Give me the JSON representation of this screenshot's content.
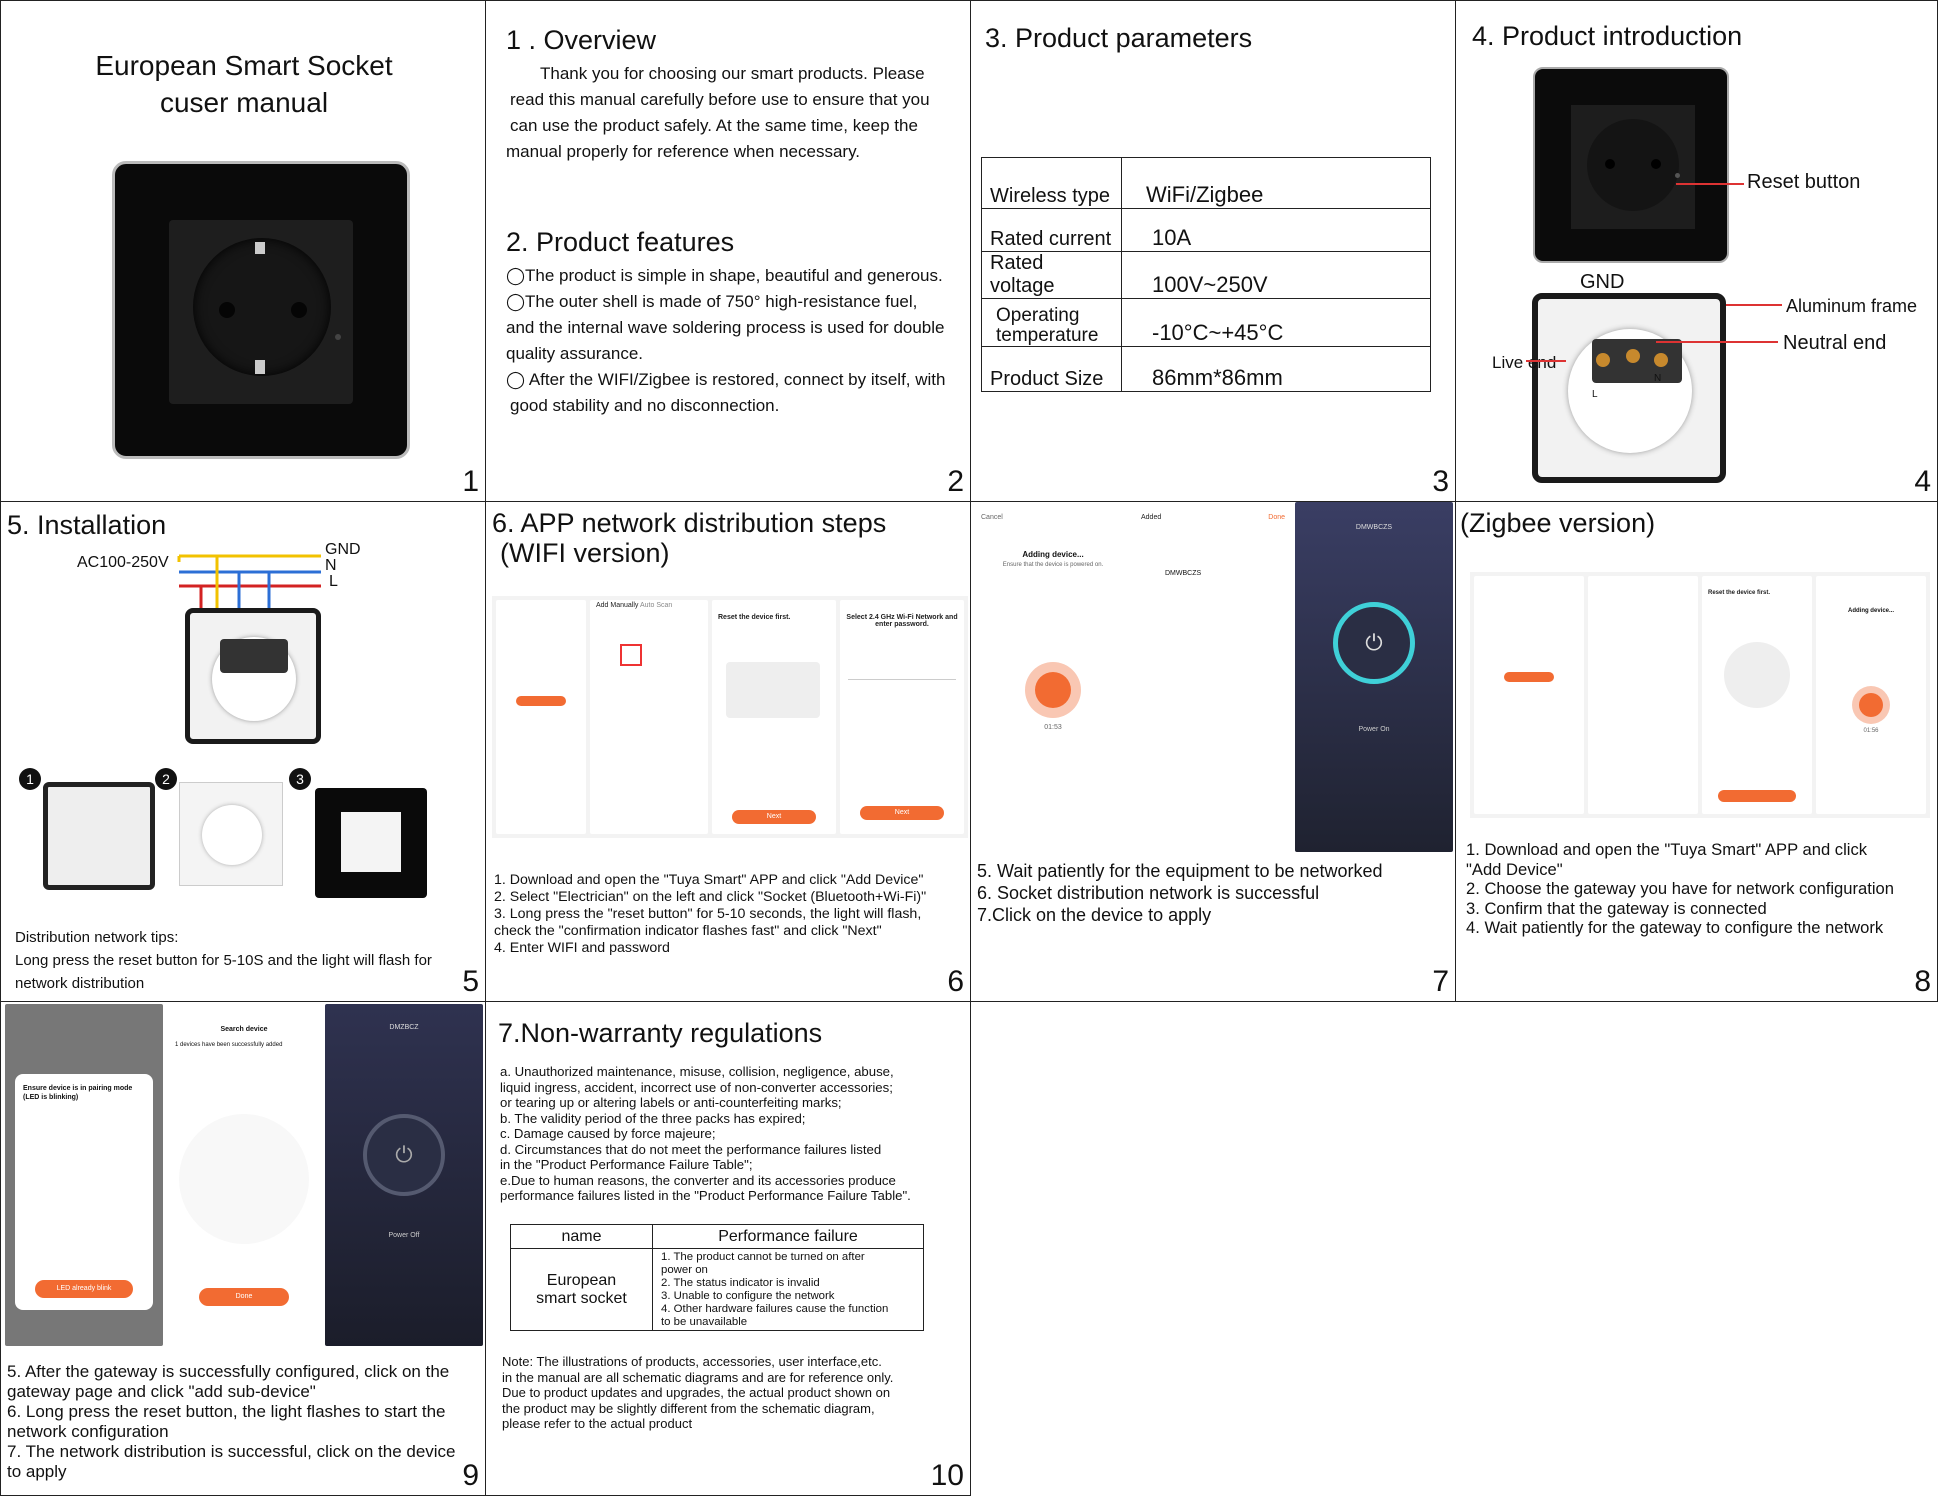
{
  "p1": {
    "title_line1": "European Smart Socket",
    "title_line2": "cuser manual",
    "num": "1"
  },
  "p2": {
    "overview_title": "1 . Overview",
    "overview_lines": [
      "Thank you for choosing our smart products. Please",
      "read this manual carefully before use to ensure that you",
      "can use the product safely.  At the same time, keep the",
      "manual properly for reference when necessary."
    ],
    "features_title": "2. Product features",
    "feature_lines": [
      "The product is simple in shape, beautiful and generous.",
      "The outer shell is made of 750° high-resistance fuel,",
      "and the internal wave soldering process is used for double",
      "quality assurance.",
      " After the WIFI/Zigbee is  restored, connect by itself, with",
      "good stability and no disconnection."
    ],
    "num": "2"
  },
  "p3": {
    "title": "3. Product parameters",
    "rows": [
      {
        "k": "Wireless type",
        "v": "WiFi/Zigbee"
      },
      {
        "k": "Rated current",
        "v": "10A"
      },
      {
        "k": "Rated voltage",
        "v": "100V~250V"
      },
      {
        "k": "Operating temperature",
        "v": "-10°C~+45°C"
      },
      {
        "k": "Product Size",
        "v": "86mm*86mm"
      }
    ],
    "num": "3"
  },
  "p4": {
    "title": "4. Product introduction",
    "reset": "Reset button",
    "gnd": "GND",
    "alu": "Aluminum frame",
    "neutral": "Neutral end",
    "live": "Live end",
    "l": "L",
    "n": "N",
    "num": "4"
  },
  "p5": {
    "title": "5. Installation",
    "ac": "AC100-250V",
    "gnd": "GND",
    "n": "N",
    "l": "L",
    "tips_title": "Distribution network tips:",
    "tips_lines": [
      "Long press the reset button for 5-10S and the light will flash for",
      "network distribution"
    ],
    "steps": [
      "1",
      "2",
      "3"
    ],
    "num": "5"
  },
  "p6": {
    "title_line1": "6. APP network distribution steps",
    "title_line2": "(WIFI version)",
    "steps": [
      "1. Download and open the \"Tuya Smart\" APP and click \"Add Device\"",
      "2. Select \"Electrician\" on the left and click \"Socket (Bluetooth+Wi-Fi)\"",
      "3. Long press the \"reset button\" for 5-10 seconds, the light will flash,",
      "    check the \"confirmation indicator flashes fast\" and click \"Next\"",
      "4. Enter WIFI and password"
    ],
    "screen": {
      "add_manually": "Add Manually",
      "auto_scan": "Auto Scan",
      "reset_first": "Reset the device first.",
      "wifi_title": "Select 2.4 GHz Wi-Fi Network and enter password.",
      "next": "Next"
    },
    "num": "6"
  },
  "p7": {
    "screen": {
      "cancel": "Cancel",
      "adding": "Adding device...",
      "ensure": "Ensure that the device is powered on.",
      "timer": "01:53",
      "added": "Added",
      "done": "Done",
      "dev": "DMWBCZS",
      "power_on": "Power On"
    },
    "steps": [
      "5. Wait patiently for the equipment to be networked",
      "6. Socket distribution network is successful",
      "7.Click on the device to apply"
    ],
    "num": "7"
  },
  "p8": {
    "title": "(Zigbee version)",
    "steps": [
      "1. Download and open the \"Tuya Smart\" APP and click",
      "   \"Add Device\"",
      "2. Choose the gateway you have for network configuration",
      "3. Confirm that the gateway is connected",
      "4. Wait patiently for the gateway to configure the network"
    ],
    "screen": {
      "reset": "Reset the device first.",
      "adding": "Adding device...",
      "timer": "01:56"
    },
    "num": "8"
  },
  "p9": {
    "screen": {
      "ensure": "Ensure device is in pairing mode (LED is blinking)",
      "search": "Search device",
      "added": "1 devices have been successfully added",
      "led_btn": "LED already blink",
      "done": "Done",
      "dev": "DMZBCZ",
      "power_off": "Power Off"
    },
    "steps": [
      "5. After the gateway is successfully configured, click on the",
      "   gateway page and click \"add sub-device\"",
      "6. Long press the reset button, the light flashes to start the",
      "   network configuration",
      "7. The network distribution is successful, click on the device",
      "   to apply"
    ],
    "num": "9"
  },
  "p10": {
    "title": "7.Non-warranty regulations",
    "lines": [
      "a. Unauthorized maintenance, misuse, collision, negligence, abuse,",
      "liquid ingress, accident, incorrect use of non-converter accessories;",
      "or tearing up or altering labels or anti-counterfeiting marks;",
      "b. The validity period of the three packs has expired;",
      "c. Damage caused by force majeure;",
      "d. Circumstances that do not meet the performance failures listed",
      "in the \"Product Performance Failure Table\";",
      "e.Due to human reasons, the converter and its accessories produce",
      "performance failures listed in the \"Product Performance Failure Table\"."
    ],
    "table": {
      "h1": "name",
      "h2": "Performance failure",
      "name": "European smart socket",
      "failures": [
        "1. The product cannot be turned on after",
        "    power on",
        "2. The status indicator is invalid",
        "3. Unable to configure the network",
        "4. Other hardware failures cause the function",
        "    to be unavailable"
      ]
    },
    "note": [
      "Note: The illustrations of products, accessories, user interface,etc.",
      "in the manual are all schematic diagrams and are for reference only.",
      "Due to product updates and upgrades, the actual product shown on",
      "the product may be slightly different from the schematic diagram,",
      "please refer to the actual product"
    ],
    "num": "10"
  },
  "colors": {
    "orange": "#f26b32",
    "dark": "#262a3a",
    "teal": "#3fd0d8"
  }
}
